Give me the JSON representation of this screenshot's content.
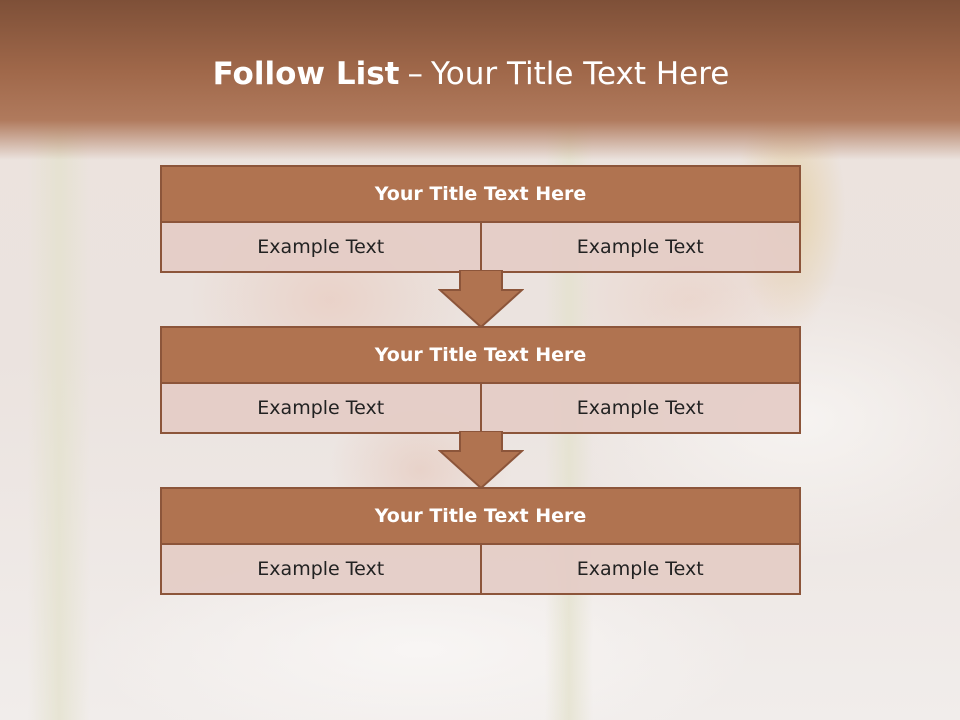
{
  "slide": {
    "title_bold": "Follow List",
    "title_dash": "–",
    "title_rest": "Your Title Text Here"
  },
  "blocks": [
    {
      "title": "Your Title Text Here",
      "left_text": "Example Text",
      "right_text": "Example Text"
    },
    {
      "title": "Your Title Text Here",
      "left_text": "Example Text",
      "right_text": "Example Text"
    },
    {
      "title": "Your Title Text Here",
      "left_text": "Example Text",
      "right_text": "Example Text"
    }
  ],
  "colors": {
    "header_band": "#9a6246",
    "block_header_fill": "#b07350",
    "block_border": "#8c553a",
    "block_row_fill": "#e4ccc6",
    "arrow_fill": "#b07350"
  },
  "icons": [
    "down-arrow-icon",
    "down-arrow-icon"
  ]
}
